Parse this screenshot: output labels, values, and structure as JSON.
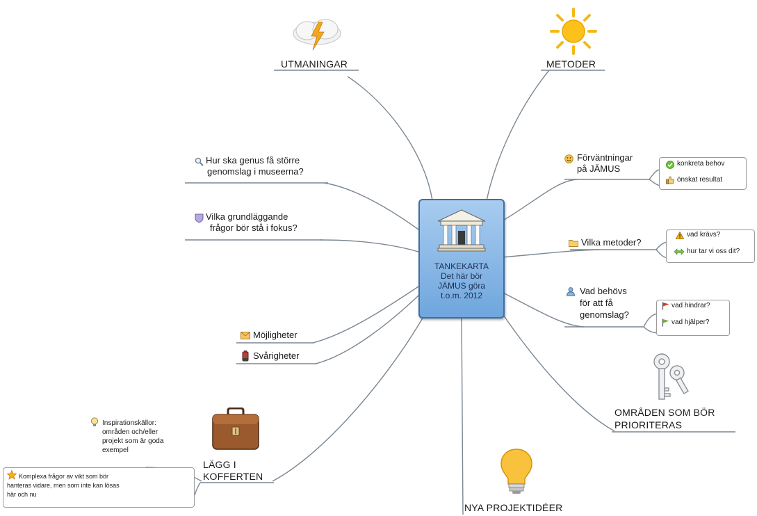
{
  "center": {
    "lines": [
      "TANKEKARTA",
      "Det här bör",
      "JÄMUS göra",
      "t.o.m. 2012"
    ],
    "icon": "museum-building-icon"
  },
  "branches": {
    "utmaningar": {
      "label": "UTMANINGAR",
      "icon": "storm-cloud-icon"
    },
    "metoder": {
      "label": "METODER",
      "icon": "sun-icon"
    },
    "genus": {
      "lines": [
        "Hur ska genus få större",
        "genomslag i museerna?"
      ],
      "icon": "magnifier-icon"
    },
    "fragor": {
      "lines": [
        "Vilka grundläggande",
        "frågor bör stå i fokus?"
      ],
      "icon": "question-shield-icon"
    },
    "mojligheter": {
      "label": "Möjligheter",
      "icon": "envelope-icon"
    },
    "svarigheter": {
      "label": "Svårigheter",
      "icon": "battery-icon"
    },
    "kofferten": {
      "lines": [
        "LÄGG I",
        "KOFFERTEN"
      ],
      "icon": "briefcase-icon",
      "inspiration": {
        "lines": [
          "Inspirationskällor:",
          "områden och/eller",
          "projekt som är goda",
          "exempel"
        ],
        "icon": "bulb-small-icon"
      },
      "komplexa": {
        "lines": [
          "Komplexa frågor av vikt som bör",
          "hanteras vidare, men som inte kan lösas",
          "här och nu"
        ],
        "icon": "star-icon"
      }
    },
    "nya": {
      "label": "NYA PROJEKTIDÉER",
      "icon": "light-bulb-icon"
    },
    "forvantningar": {
      "lines": [
        "Förväntningar",
        "på JÄMUS"
      ],
      "icon": "smiley-icon",
      "children": [
        {
          "label": "konkreta behov",
          "icon": "check-icon"
        },
        {
          "label": "önskat resultat",
          "icon": "thumbs-up-icon"
        }
      ]
    },
    "vilka_metoder": {
      "label": "Vilka metoder?",
      "icon": "folder-icon",
      "children": [
        {
          "label": "vad krävs?",
          "icon": "warning-icon"
        },
        {
          "label": "hur tar vi oss dit?",
          "icon": "arrows-icon"
        }
      ]
    },
    "vad_behovs": {
      "lines": [
        "Vad behövs",
        "för att få",
        "genomslag?"
      ],
      "icon": "people-icon",
      "children": [
        {
          "label": "vad hindrar?",
          "icon": "red-flag-icon"
        },
        {
          "label": "vad hjälper?",
          "icon": "green-flag-icon"
        }
      ]
    },
    "omraden": {
      "lines": [
        "OMRÅDEN SOM BÖR",
        "PRIORITERAS"
      ],
      "icon": "keys-icon"
    }
  },
  "colors": {
    "line": "#7b8792",
    "center_fill": "#8dbbe8",
    "center_border": "#3d6fa3"
  }
}
